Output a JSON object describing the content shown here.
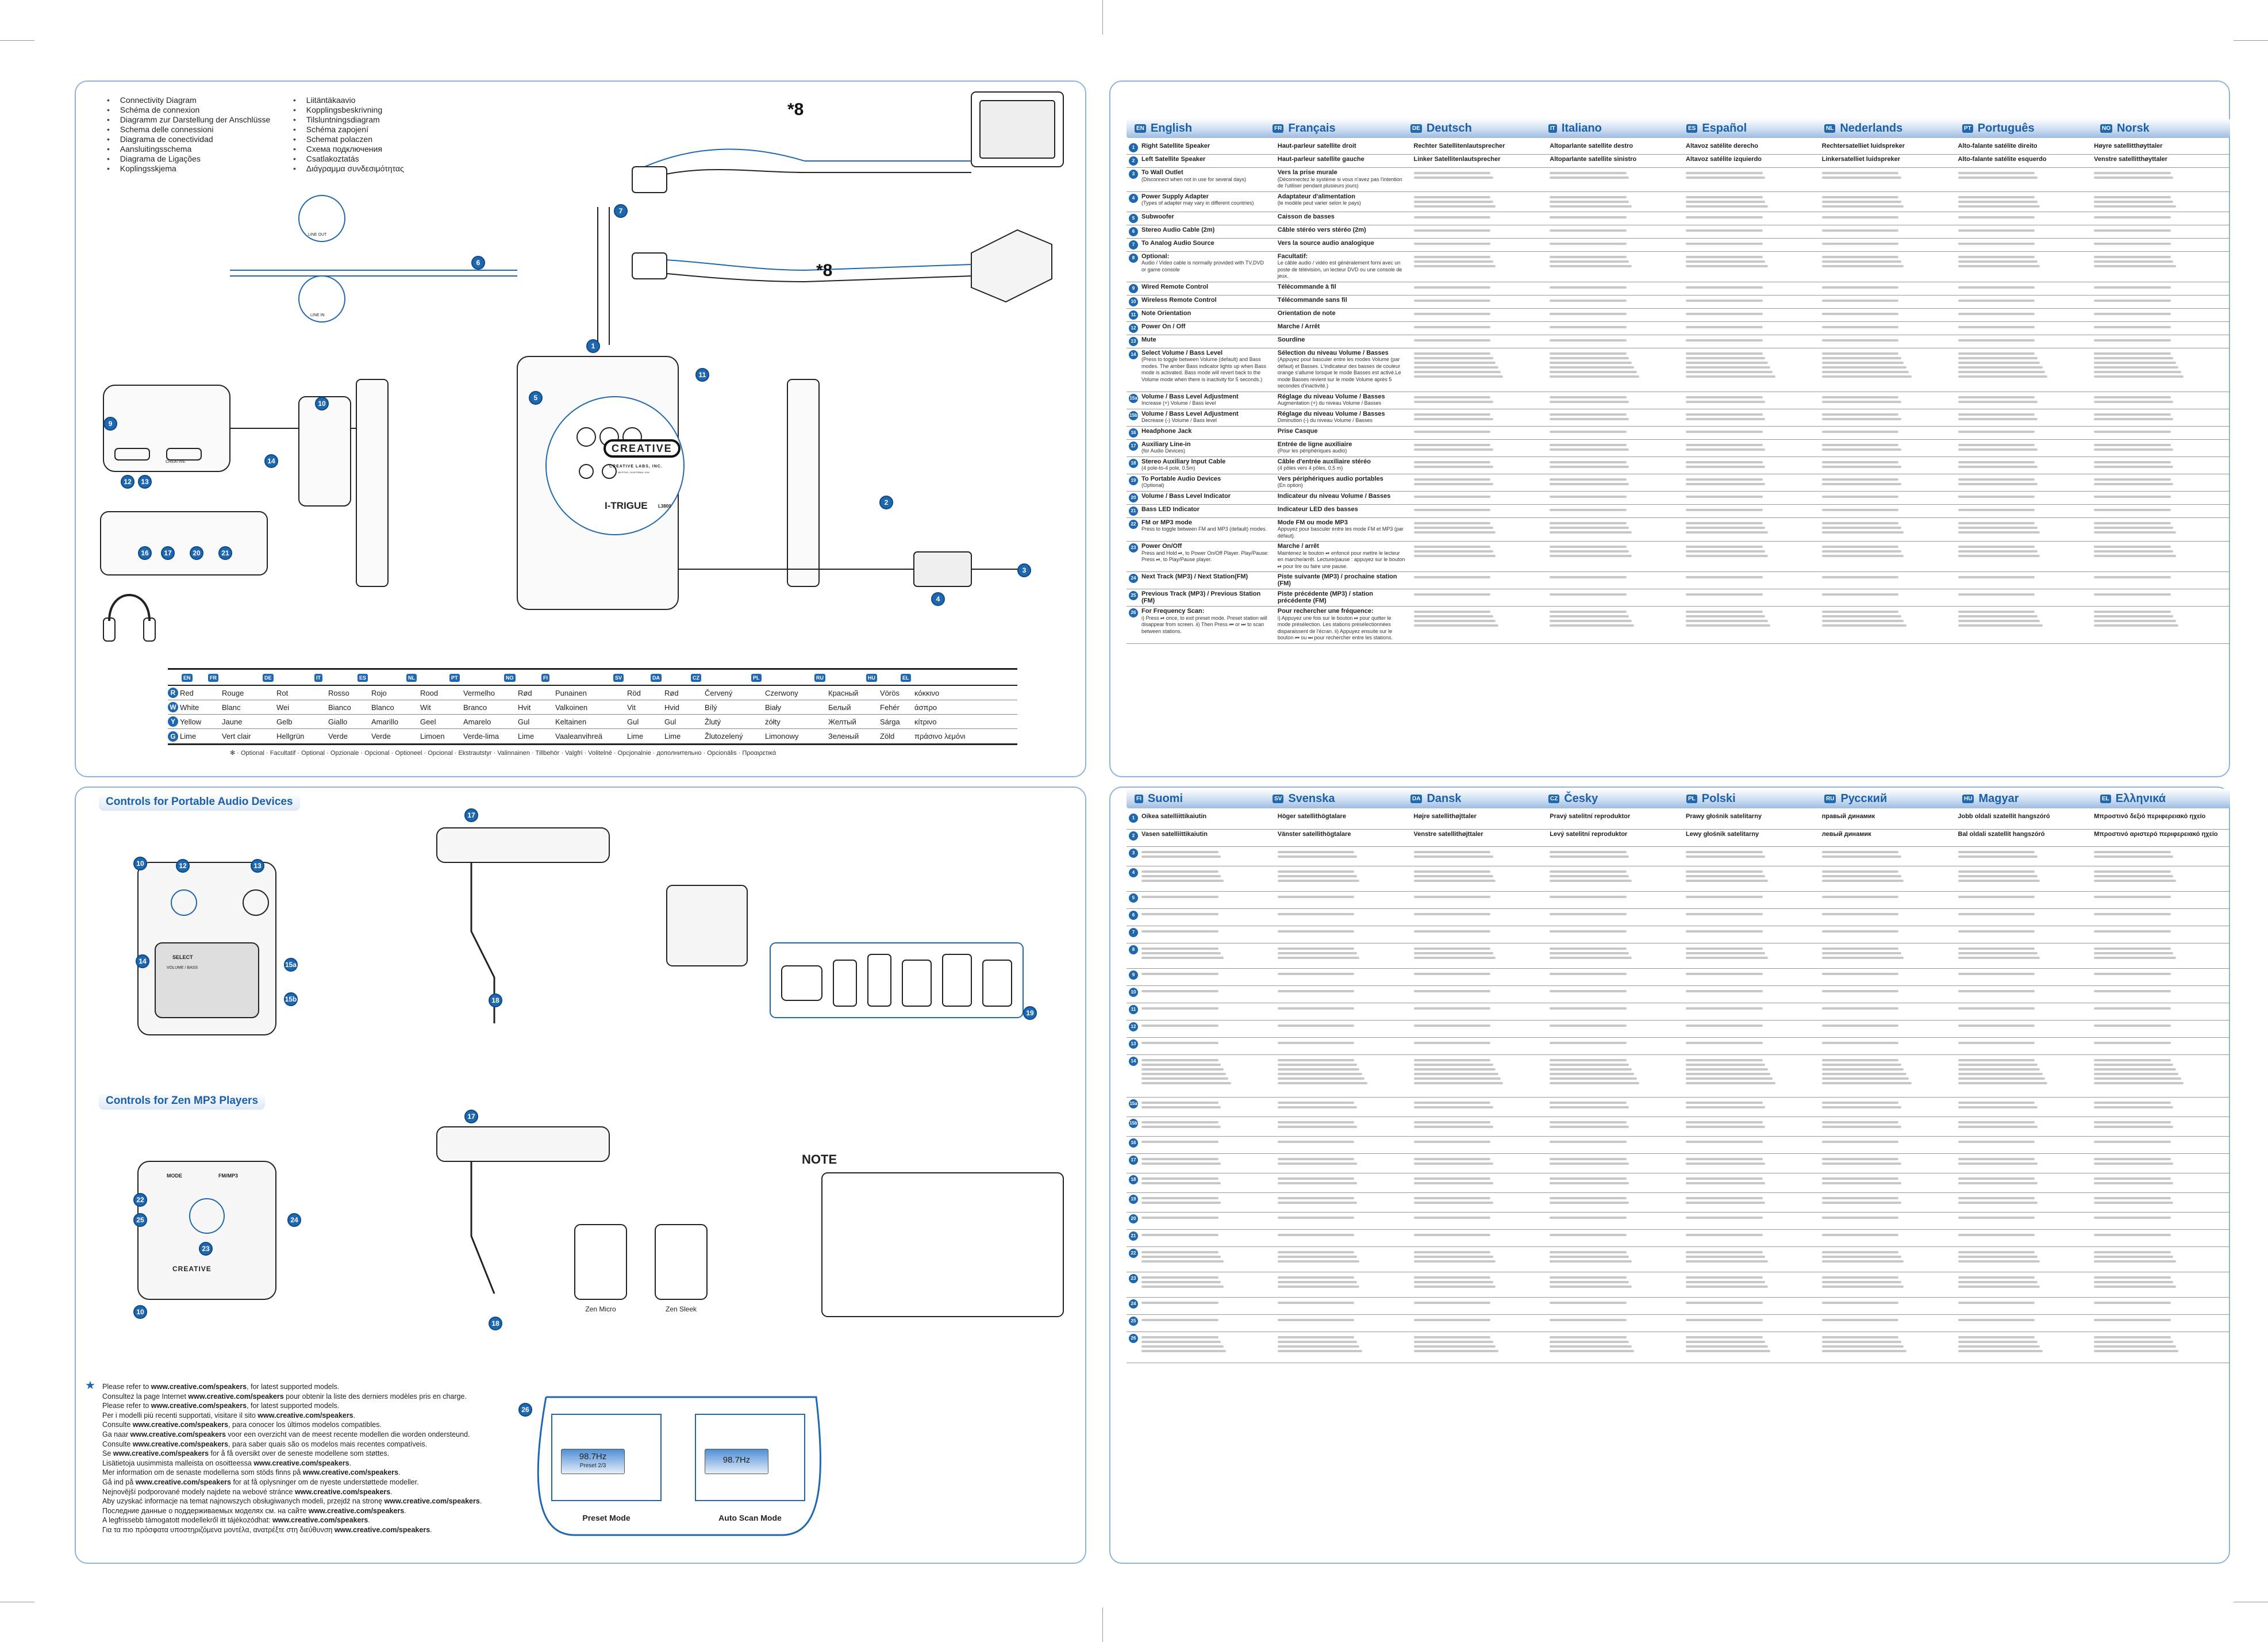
{
  "diagram_titles": {
    "left": [
      "Connectivity Diagram",
      "Schéma de connexion",
      "Diagramm zur Darstellung der Anschlüsse",
      "Schema delle connessioni",
      "Diagrama de conectividad",
      "Aansluitingsschema",
      "Diagrama de Ligações",
      "Koplingsskjema"
    ],
    "right": [
      "Liitäntäkaavio",
      "Kopplingsbeskrivning",
      "Tilsluntningsdiagram",
      "Schéma zapojení",
      "Schemat polaczen",
      "Схема подключения",
      "Csatlakoztatás",
      "Διάγραμμα συνδεσιμότητας"
    ]
  },
  "product": {
    "brand": "CREATIVE",
    "maker": "CREATIVE LABS, INC.",
    "location": "MILPITAS, CALIFORNIA, USA.",
    "model": "I-TRIGUE",
    "model_no": "L3800",
    "jack_labels": {
      "line_out": "LINE OUT",
      "line_in": "LINE IN"
    }
  },
  "color_table": {
    "langs": [
      "EN",
      "FR",
      "DE",
      "IT",
      "ES",
      "NL",
      "PT",
      "NO",
      "FI",
      "SV",
      "DA",
      "CZ",
      "PL",
      "RU",
      "HU",
      "EL"
    ],
    "rows": [
      {
        "key": "R",
        "names": [
          "Red",
          "Rouge",
          "Rot",
          "Rosso",
          "Rojo",
          "Rood",
          "Vermelho",
          "Rød",
          "Punainen",
          "Röd",
          "Rød",
          "Červený",
          "Czerwony",
          "Красный",
          "Vörös",
          "κόκκινο"
        ]
      },
      {
        "key": "W",
        "names": [
          "White",
          "Blanc",
          "Wei",
          "Bianco",
          "Blanco",
          "Wit",
          "Branco",
          "Hvit",
          "Valkoinen",
          "Vit",
          "Hvid",
          "Bílý",
          "Biały",
          "Белый",
          "Fehér",
          "άσπρο"
        ]
      },
      {
        "key": "Y",
        "names": [
          "Yellow",
          "Jaune",
          "Gelb",
          "Giallo",
          "Amarillo",
          "Geel",
          "Amarelo",
          "Gul",
          "Keltainen",
          "Gul",
          "Gul",
          "Žlutý",
          "żółty",
          "Желтый",
          "Sárga",
          "κίτρινο"
        ]
      },
      {
        "key": "G",
        "names": [
          "Lime",
          "Vert clair",
          "Hellgrün",
          "Verde",
          "Verde",
          "Limoen",
          "Verde-lima",
          "Lime",
          "Vaaleanvihreä",
          "Lime",
          "Lime",
          "Žlutozelený",
          "Limonowy",
          "Зеленый",
          "Zöld",
          "πράσινο λεμόνι"
        ]
      }
    ],
    "optional_note": "✻ · Optional · Facultatif · Optional · Opzionale · Opcional · Optioneel · Opcional · Ekstrautstyr · Valinnainen · Tillbehör · Valgfri · Volitelné · Opcjonalnie · дополнительно · Opcionális · Προαιρετικά"
  },
  "sections": {
    "portable": "Controls for Portable Audio Devices",
    "zen": "Controls for Zen MP3 Players",
    "note": "NOTE",
    "zen_micro": "Zen Micro",
    "zen_sleek": "Zen Sleek",
    "preset_mode": "Preset Mode",
    "auto_scan_mode": "Auto Scan Mode",
    "freq": "98.7Hz",
    "preset": "Preset 2/3",
    "btn_select": "SELECT",
    "btn_vol": "VOLUME / BASS",
    "btn_mode": "MODE",
    "btn_fm": "FM/MP3"
  },
  "notes": [
    [
      "Please refer to ",
      "www.creative.com/speakers",
      ", for latest supported models."
    ],
    [
      "Consultez la page Internet ",
      "www.creative.com/speakers",
      " pour obtenir la liste des derniers modèles pris en charge."
    ],
    [
      "Please refer to ",
      "www.creative.com/speakers",
      ", for latest supported models."
    ],
    [
      "Per i modelli più recenti supportati, visitare il sito ",
      "www.creative.com/speakers",
      "."
    ],
    [
      "Consulte ",
      "www.creative.com/speakers",
      ", para conocer los últimos modelos compatibles."
    ],
    [
      "Ga naar ",
      "www.creative.com/speakers",
      " voor een overzicht van de meest recente modellen die worden ondersteund."
    ],
    [
      "Consulte ",
      "www.creative.com/speakers",
      ", para saber quais são os modelos mais recentes compatíveis."
    ],
    [
      "Se ",
      "www.creative.com/speakers",
      " for å få oversikt over de seneste modellene som støttes."
    ],
    [
      "Lisätietoja uusimmista malleista on osoitteessa ",
      "www.creative.com/speakers",
      "."
    ],
    [
      "Mer information om de senaste modellerna som stöds finns på ",
      "www.creative.com/speakers",
      "."
    ],
    [
      "Gå ind på ",
      "www.creative.com/speakers",
      " for at få oplysninger om de nyeste understøttede modeller."
    ],
    [
      "Nejnovější podporované modely najdete na webové stránce ",
      "www.creative.com/speakers",
      "."
    ],
    [
      "Aby uzyskać informacje na temat najnowszych obsługiwanych modeli, przejdź na stronę ",
      "www.creative.com/speakers",
      "."
    ],
    [
      "Последние данные о поддерживаемых моделях см. на сайте ",
      "www.creative.com/speakers",
      "."
    ],
    [
      "A legfrissebb támogatott modellekről itt tájékozódhat: ",
      "www.creative.com/speakers",
      "."
    ],
    [
      "Για τα πιο πρόσφατα υποστηριζόμενα μοντέλα, ανατρέξτε στη διεύθυνση ",
      "www.creative.com/speakers",
      "."
    ]
  ],
  "top_langs": [
    {
      "code": "EN",
      "name": "English"
    },
    {
      "code": "FR",
      "name": "Français"
    },
    {
      "code": "DE",
      "name": "Deutsch"
    },
    {
      "code": "IT",
      "name": "Italiano"
    },
    {
      "code": "ES",
      "name": "Español"
    },
    {
      "code": "NL",
      "name": "Nederlands"
    },
    {
      "code": "PT",
      "name": "Português"
    },
    {
      "code": "NO",
      "name": "Norsk"
    }
  ],
  "bottom_langs": [
    {
      "code": "FI",
      "name": "Suomi"
    },
    {
      "code": "SV",
      "name": "Svenska"
    },
    {
      "code": "DA",
      "name": "Dansk"
    },
    {
      "code": "CZ",
      "name": "Česky"
    },
    {
      "code": "PL",
      "name": "Polski"
    },
    {
      "code": "RU",
      "name": "Русский"
    },
    {
      "code": "HU",
      "name": "Magyar"
    },
    {
      "code": "EL",
      "name": "Ελληνικά"
    }
  ],
  "items": [
    {
      "n": "1",
      "en": [
        "Right Satellite Speaker",
        ""
      ],
      "fr": [
        "Haut-parleur satellite droit",
        ""
      ],
      "top_other": [
        "Rechter Satellitenlautsprecher",
        "Altoparlante satellite destro",
        "Altavoz satélite derecho",
        "Rechtersatelliet luidspreker",
        "Alto-falante satélite direito",
        "Høyre satellitthøyttaler"
      ],
      "bottom": [
        "Oikea satelliittikaiutin",
        "Höger satellithögtalare",
        "Højre satellithøjttaler",
        "Pravý satelitní reproduktor",
        "Prawy głośnik satelitarny",
        "правый динамик",
        "Jobb oldali szatellit hangszóró",
        "Μπροστινό δεξιό περιφερειακό ηχείο"
      ]
    },
    {
      "n": "2",
      "en": [
        "Left Satellite Speaker",
        ""
      ],
      "fr": [
        "Haut-parleur satellite gauche",
        ""
      ],
      "top_other": [
        "Linker Satellitenlautsprecher",
        "Altoparlante satellite sinistro",
        "Altavoz satélite izquierdo",
        "Linkersatelliet luidspreker",
        "Alto-falante satélite esquerdo",
        "Venstre satellitthøyttaler"
      ],
      "bottom": [
        "Vasen satelliittikaiutin",
        "Vänster satellithögtalare",
        "Venstre satellithøjttaler",
        "Levý satelitní reproduktor",
        "Lewy głośnik satelitarny",
        "левый динамик",
        "Bal oldali szatellit hangszóró",
        "Μπροστινό αριστερό περιφερειακό ηχείο"
      ]
    },
    {
      "n": "3",
      "en": [
        "To Wall Outlet",
        "(Disconnect when not in use for several days)"
      ],
      "fr": [
        "Vers la prise murale",
        "(Déconnectez le système si vous n'avez pas l'intention de l'utiliser pendant plusieurs jours)"
      ]
    },
    {
      "n": "4",
      "en": [
        "Power Supply Adapter",
        "(Types of adapter may vary in different countries)"
      ],
      "fr": [
        "Adaptateur d'alimentation",
        "(le modèle peut varier selon le pays)"
      ]
    },
    {
      "n": "5",
      "en": [
        "Subwoofer",
        ""
      ],
      "fr": [
        "Caisson de basses",
        ""
      ]
    },
    {
      "n": "6",
      "en": [
        "Stereo Audio Cable (2m)",
        ""
      ],
      "fr": [
        "Câble stéréo vers stéréo (2m)",
        ""
      ]
    },
    {
      "n": "7",
      "en": [
        "To Analog Audio Source",
        ""
      ],
      "fr": [
        "Vers la source audio analogique",
        ""
      ]
    },
    {
      "n": "8",
      "en": [
        "Optional:",
        "Audio / Video cable is normally provided with TV,DVD or game console"
      ],
      "fr": [
        "Facultatif:",
        "Le câble audio / vidéo est généralement forni avec un poste de télévision, un lecteur DVD ou une console de jeux."
      ]
    },
    {
      "n": "9",
      "en": [
        "Wired Remote Control",
        ""
      ],
      "fr": [
        "Télécommande à fil",
        ""
      ]
    },
    {
      "n": "10",
      "en": [
        "Wireless Remote Control",
        ""
      ],
      "fr": [
        "Télécommande sans fil",
        ""
      ]
    },
    {
      "n": "11",
      "en": [
        "Note Orientation",
        ""
      ],
      "fr": [
        "Orientation de note",
        ""
      ]
    },
    {
      "n": "12",
      "en": [
        "Power On / Off",
        ""
      ],
      "fr": [
        "Marche / Arrêt",
        ""
      ]
    },
    {
      "n": "13",
      "en": [
        "Mute",
        ""
      ],
      "fr": [
        "Sourdine",
        ""
      ]
    },
    {
      "n": "14",
      "en": [
        "Select Volume / Bass Level",
        "(Press to toggle between Volume (default) and Bass modes. The amber Bass indicator lights up when Bass mode is activated. Bass mode will revert back to the Volume mode when there is inactivity for 5 seconds.)"
      ],
      "fr": [
        "Sélection du niveau Volume / Basses",
        "(Appuyez pour basculer entre les modes Volume (par défaut) et Basses. L'indicateur des basses de couleur orange s'allume lorsque le mode Basses est activé.Le mode Basses revient sur le mode Volume après 5 secondes d'inactivité.)"
      ]
    },
    {
      "n": "15a",
      "en": [
        "Volume / Bass Level Adjustment",
        "Increase (+) Volume / Bass level"
      ],
      "fr": [
        "Réglage du niveau Volume / Basses",
        "Augmentation (+) du niveau Volume / Basses"
      ]
    },
    {
      "n": "15b",
      "en": [
        "Volume / Bass Level Adjustment",
        "Decrease (-) Volume / Bass level"
      ],
      "fr": [
        "Réglage du niveau Volume / Basses",
        "Diminution (-) du niveau Volume / Basses"
      ]
    },
    {
      "n": "16",
      "en": [
        "Headphone Jack",
        ""
      ],
      "fr": [
        "Prise Casque",
        ""
      ]
    },
    {
      "n": "17",
      "en": [
        "Auxiliary Line-in",
        "(for Audio Devices)"
      ],
      "fr": [
        "Entrée de ligne auxiliaire",
        "(Pour les périphériques audio)"
      ]
    },
    {
      "n": "18",
      "en": [
        "Stereo Auxiliary Input Cable",
        "(4 pole-to-4 pole, 0.5m)"
      ],
      "fr": [
        "Câble d'entrée auxiliaire stéréo",
        "(4 pôles vers 4 pôles, 0,5 m)"
      ]
    },
    {
      "n": "19",
      "en": [
        "To Portable Audio Devices",
        "(Optional)"
      ],
      "fr": [
        "Vers périphériques audio portables",
        "(En option)"
      ]
    },
    {
      "n": "20",
      "en": [
        "Volume / Bass Level Indicator",
        ""
      ],
      "fr": [
        "Indicateur du niveau Volume / Basses",
        ""
      ]
    },
    {
      "n": "21",
      "en": [
        "Bass LED Indicator",
        ""
      ],
      "fr": [
        "Indicateur LED des basses",
        ""
      ]
    },
    {
      "n": "22",
      "en": [
        "FM or MP3 mode",
        "Press to toggle between FM and MP3 (default) modes."
      ],
      "fr": [
        "Mode FM ou mode MP3",
        "Appuyez pour basculer entre les mode FM et MP3 (par défaut)."
      ]
    },
    {
      "n": "23",
      "en": [
        "Power On/Off",
        "Press and Hold ⏯, to Power On/Off Player. Play/Pause: Press ⏯, to Play/Pause player."
      ],
      "fr": [
        "Marche / arrêt",
        "Maintenez le bouton ⏯ enfoncé pour mettre le lecteur en marche/arrêt. Lecture/pause : appuyez sur le bouton ⏯ pour lire ou faire une pause."
      ]
    },
    {
      "n": "24",
      "en": [
        "Next Track (MP3) / Next Station(FM)",
        ""
      ],
      "fr": [
        "Piste suivante (MP3) / prochaine station (FM)",
        ""
      ]
    },
    {
      "n": "25",
      "en": [
        "Previous Track (MP3) / Previous Station (FM)",
        ""
      ],
      "fr": [
        "Piste précédente (MP3) / station précédente (FM)",
        ""
      ]
    },
    {
      "n": "26",
      "en": [
        "For Frequency Scan:",
        "i) Press ⏯ once, to exit preset mode. Preset station will disappear from screen. ii) Then Press ⏮ or ⏭ to scan between stations."
      ],
      "fr": [
        "Pour rechercher une fréquence:",
        "i) Appuyez une fois sur le bouton ⏯ pour quitter le mode présélection. Les stations présélectionnées disparaissent de l'écran. ii) Appuyez ensuite sur le bouton ⏮ ou ⏭ pour rechercher entre les stations."
      ]
    }
  ],
  "colors": {
    "accent": "#1f68b0",
    "panel_border": "#8fb3dc"
  }
}
